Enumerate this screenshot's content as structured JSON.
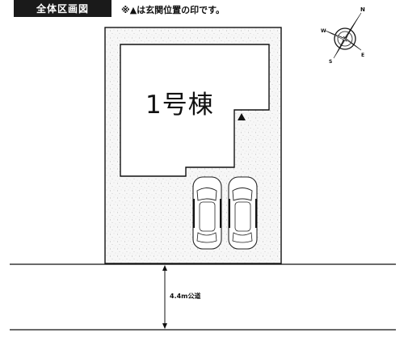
{
  "header": {
    "title": "全体区画図",
    "note": "※▲は玄関位置の印です。"
  },
  "plan": {
    "building_label": "1号棟",
    "road_label": "4.4m公道",
    "parking_spaces": 2
  },
  "compass": {
    "letters": [
      "N",
      "E",
      "S",
      "W"
    ]
  }
}
